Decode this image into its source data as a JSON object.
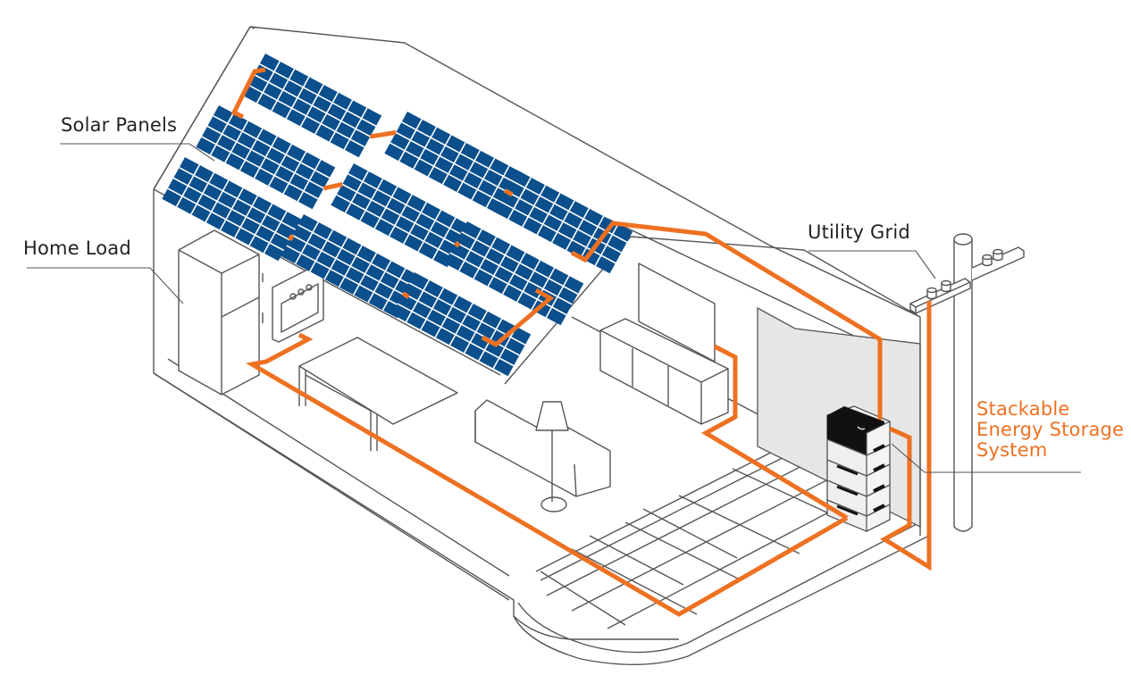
{
  "labels": {
    "solar_panels": "Solar Panels",
    "home_load": "Home Load",
    "utility_grid": "Utility Grid",
    "storage": {
      "line1": "Stackable",
      "line2": "Energy Storage",
      "line3": "System"
    }
  },
  "colors": {
    "wire": "#ee7122",
    "panel": "#0b4f8c",
    "panel_grid": "#ffffff",
    "outline": "#555555",
    "wall_shade": "#e6e6e6",
    "battery_top": "#111111",
    "battery_body": "#efefef"
  },
  "components": {
    "solar_panel_count": 9,
    "battery_module_count": 4
  }
}
